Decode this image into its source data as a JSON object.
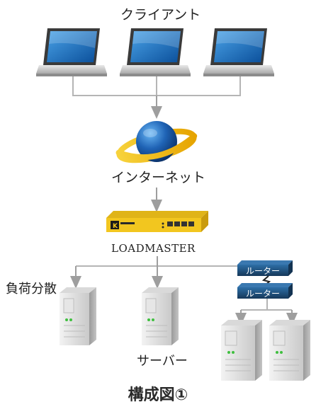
{
  "labels": {
    "clients": "クライアント",
    "internet": "インターネット",
    "loadmaster": "LOADMASTER",
    "load_balancing": "負荷分散",
    "server": "サーバー",
    "router_top": "ルーター",
    "router_bottom": "ルーター",
    "caption": "構成図①"
  },
  "colors": {
    "line": "#b5b5b5",
    "arrow": "#9e9e9e",
    "loadmaster_body": "#f2c61f",
    "router_body": "#1e4a73",
    "globe_ring": "#f2b600",
    "globe_blue": "#1f63b5"
  },
  "icons": {
    "laptop": "laptop-icon",
    "globe": "globe-icon",
    "appliance": "loadmaster-appliance-icon",
    "server": "server-tower-icon",
    "router": "router-icon",
    "link": "lightning-link-icon"
  }
}
